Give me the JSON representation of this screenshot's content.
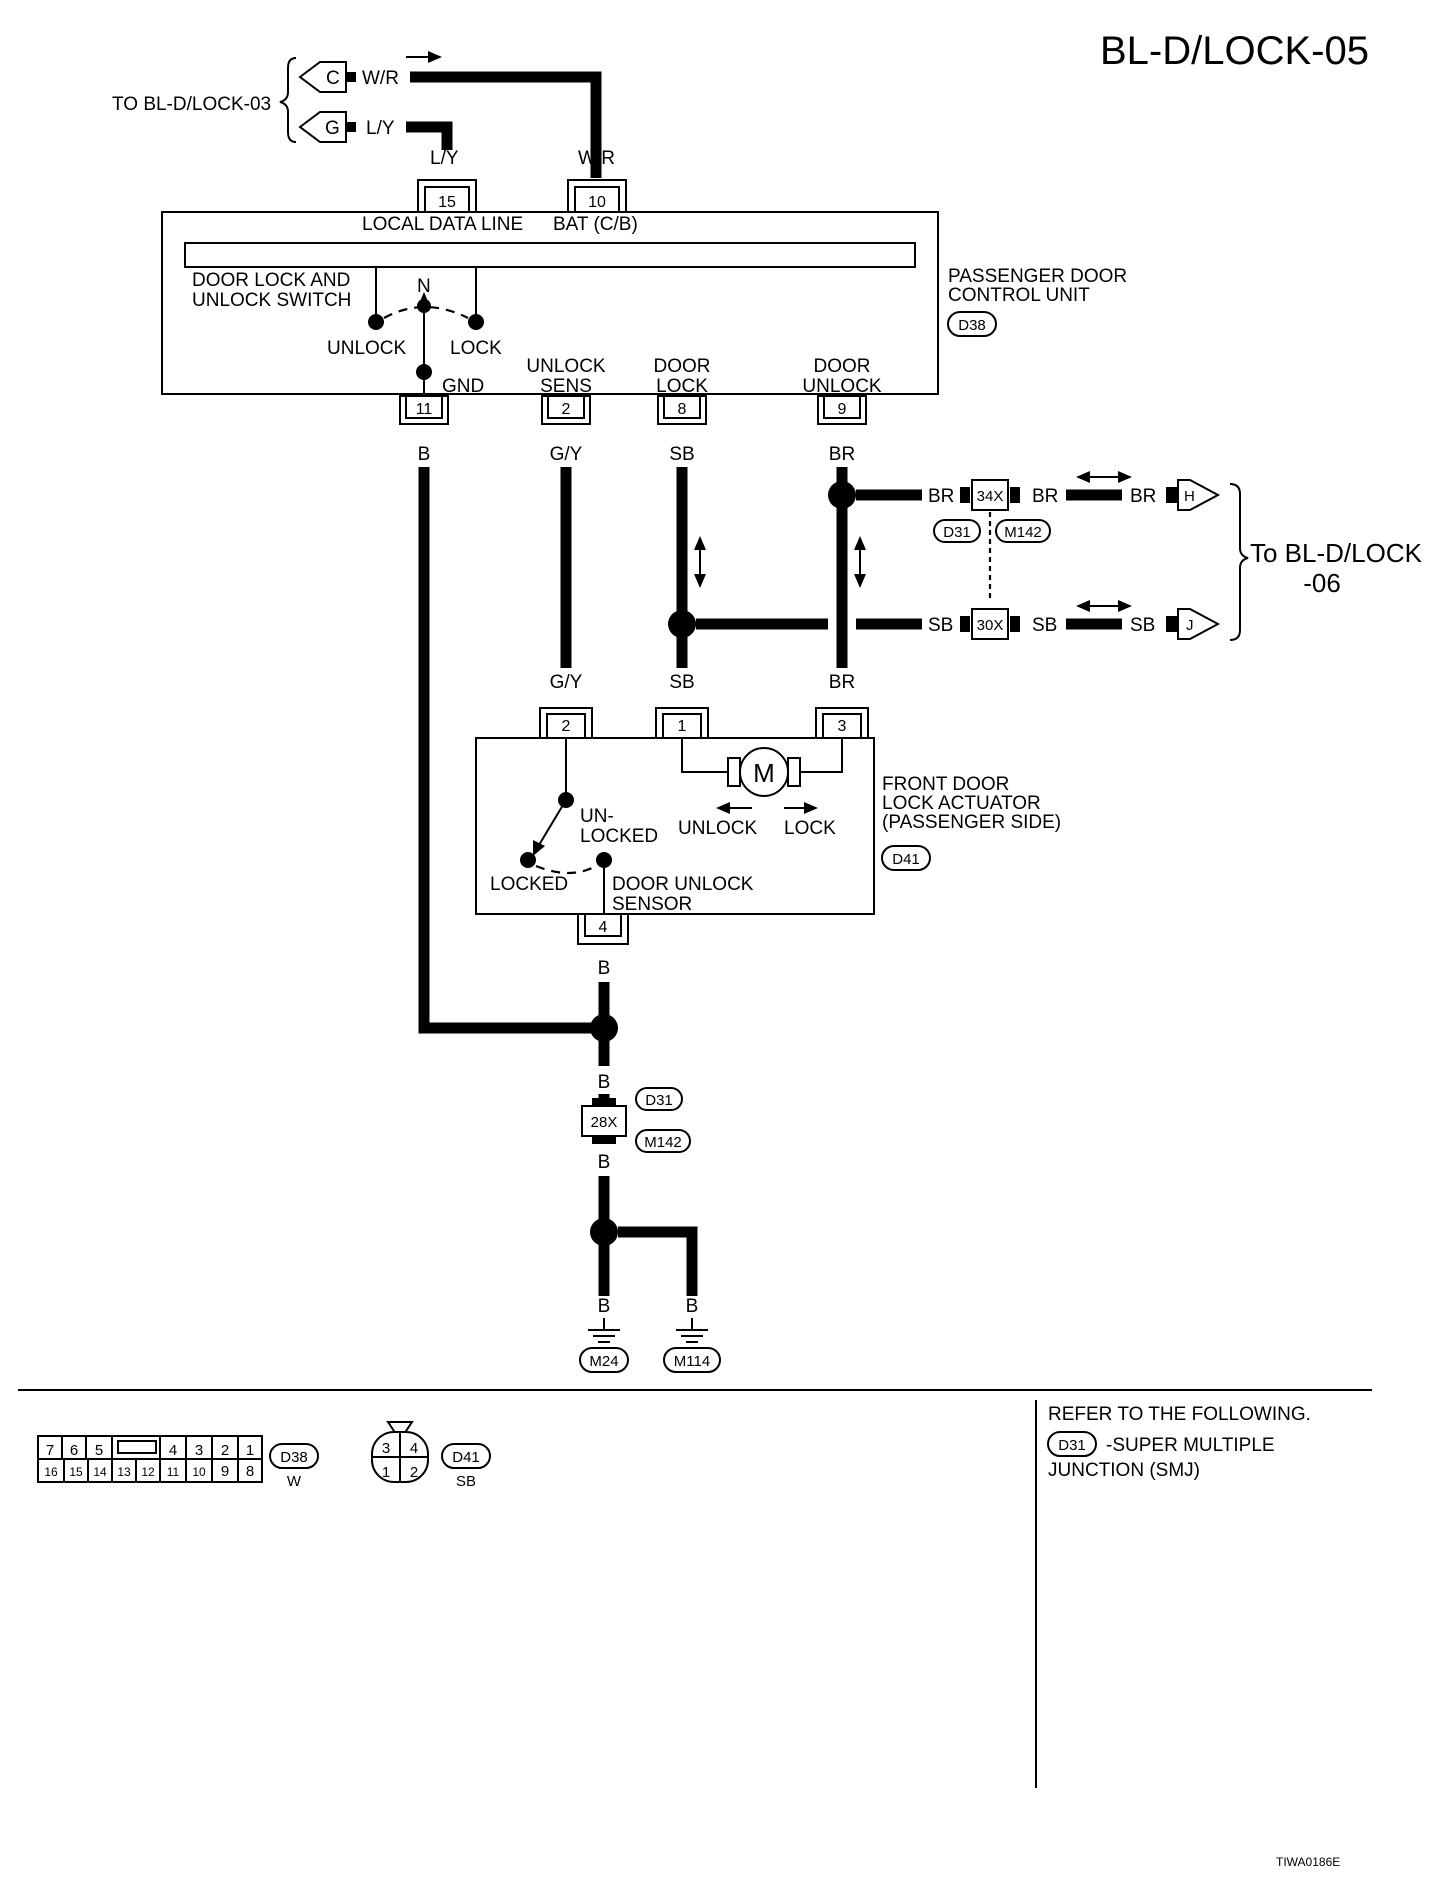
{
  "title": "BL-D/LOCK-05",
  "image_code": "TIWA0186E",
  "top_ref": {
    "label": "TO BL-D/LOCK-03",
    "c": {
      "letter": "C",
      "color": "W/R"
    },
    "g": {
      "letter": "G",
      "color": "L/Y"
    }
  },
  "pcu": {
    "name_line1": "PASSENGER DOOR",
    "name_line2": "CONTROL UNIT",
    "connector": "D38",
    "local_data_line": "LOCAL DATA LINE",
    "bat": "BAT (C/B)",
    "switch_line1": "DOOR LOCK AND",
    "switch_line2": "UNLOCK SWITCH",
    "n": "N",
    "unlock": "UNLOCK",
    "lock": "LOCK",
    "gnd": "GND",
    "unlock_sens_1": "UNLOCK",
    "unlock_sens_2": "SENS",
    "door_lock_1": "DOOR",
    "door_lock_2": "LOCK",
    "door_unlock_1": "DOOR",
    "door_unlock_2": "UNLOCK",
    "pins": {
      "p15": "15",
      "p10": "10",
      "p11": "11",
      "p2": "2",
      "p8": "8",
      "p9": "9"
    }
  },
  "wires": {
    "ly": "L/Y",
    "wr": "W/R",
    "b": "B",
    "gy": "G/Y",
    "sb": "SB",
    "br": "BR"
  },
  "right_ref": {
    "line1": "To BL-D/LOCK",
    "line2": "-06",
    "h": "H",
    "j": "J",
    "c34x": "34X",
    "c30x": "30X",
    "d31": "D31",
    "m142": "M142"
  },
  "actuator": {
    "line1": "FRONT DOOR",
    "line2": "LOCK ACTUATOR",
    "line3": "(PASSENGER SIDE)",
    "connector": "D41",
    "motor": "M",
    "unlock": "UNLOCK",
    "lock": "LOCK",
    "unlocked_1": "UN-",
    "unlocked_2": "LOCKED",
    "locked": "LOCKED",
    "sensor_1": "DOOR UNLOCK",
    "sensor_2": "SENSOR",
    "pins": {
      "p2": "2",
      "p1": "1",
      "p3": "3",
      "p4": "4"
    }
  },
  "smj": {
    "connector": "28X",
    "d31": "D31",
    "m142": "M142"
  },
  "grounds": {
    "g1": "M24",
    "g2": "M114"
  },
  "footer": {
    "d38_pins_top": [
      "7",
      "6",
      "5",
      "4",
      "3",
      "2",
      "1"
    ],
    "d38_pins_bottom": [
      "16",
      "15",
      "14",
      "13",
      "12",
      "11",
      "10",
      "9",
      "8"
    ],
    "d38": "D38",
    "d38_color": "W",
    "d41_pins": [
      "3",
      "4",
      "1",
      "2"
    ],
    "d41": "D41",
    "d41_color": "SB",
    "refer": "REFER TO THE FOLLOWING.",
    "refer_conn": "D31",
    "refer_desc1": "-SUPER MULTIPLE",
    "refer_desc2": "JUNCTION (SMJ)"
  }
}
